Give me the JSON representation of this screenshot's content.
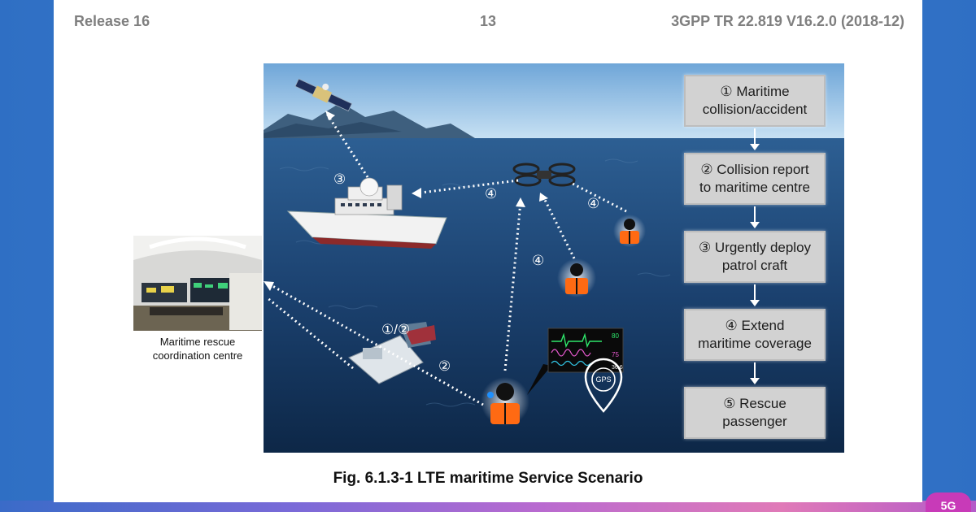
{
  "header": {
    "release": "Release 16",
    "page_number": "13",
    "doc_id": "3GPP TR 22.819 V16.2.0 (2018-12)"
  },
  "figure": {
    "markers": {
      "satellite_link": "③",
      "drone_to_ship": "④",
      "person_a_to_drone": "④",
      "person_b_to_drone": "④",
      "vessel": "①/②",
      "vessel_to_centre": "②"
    },
    "monitor": {
      "readings": [
        "80",
        "75",
        "36.6"
      ]
    },
    "gps_label": "GPS",
    "centre_label_line1": "Maritime rescue",
    "centre_label_line2": "coordination centre",
    "flow_steps": [
      {
        "line1": "① Maritime",
        "line2": "collision/accident"
      },
      {
        "line1": "② Collision report",
        "line2": "to maritime centre"
      },
      {
        "line1": "③ Urgently deploy",
        "line2": "patrol craft"
      },
      {
        "line1": "④ Extend",
        "line2": "maritime coverage"
      },
      {
        "line1": "⑤ Rescue",
        "line2": "passenger"
      }
    ]
  },
  "caption": "Fig. 6.1.3-1 LTE maritime Service Scenario",
  "logo_text": "5G",
  "colors": {
    "sea_dark": "#0f2f57",
    "sea_light": "#2c5e93",
    "sky": "#9cc6e8",
    "vest_orange": "#ff6a13",
    "flow_box": "#d2d2d2"
  }
}
